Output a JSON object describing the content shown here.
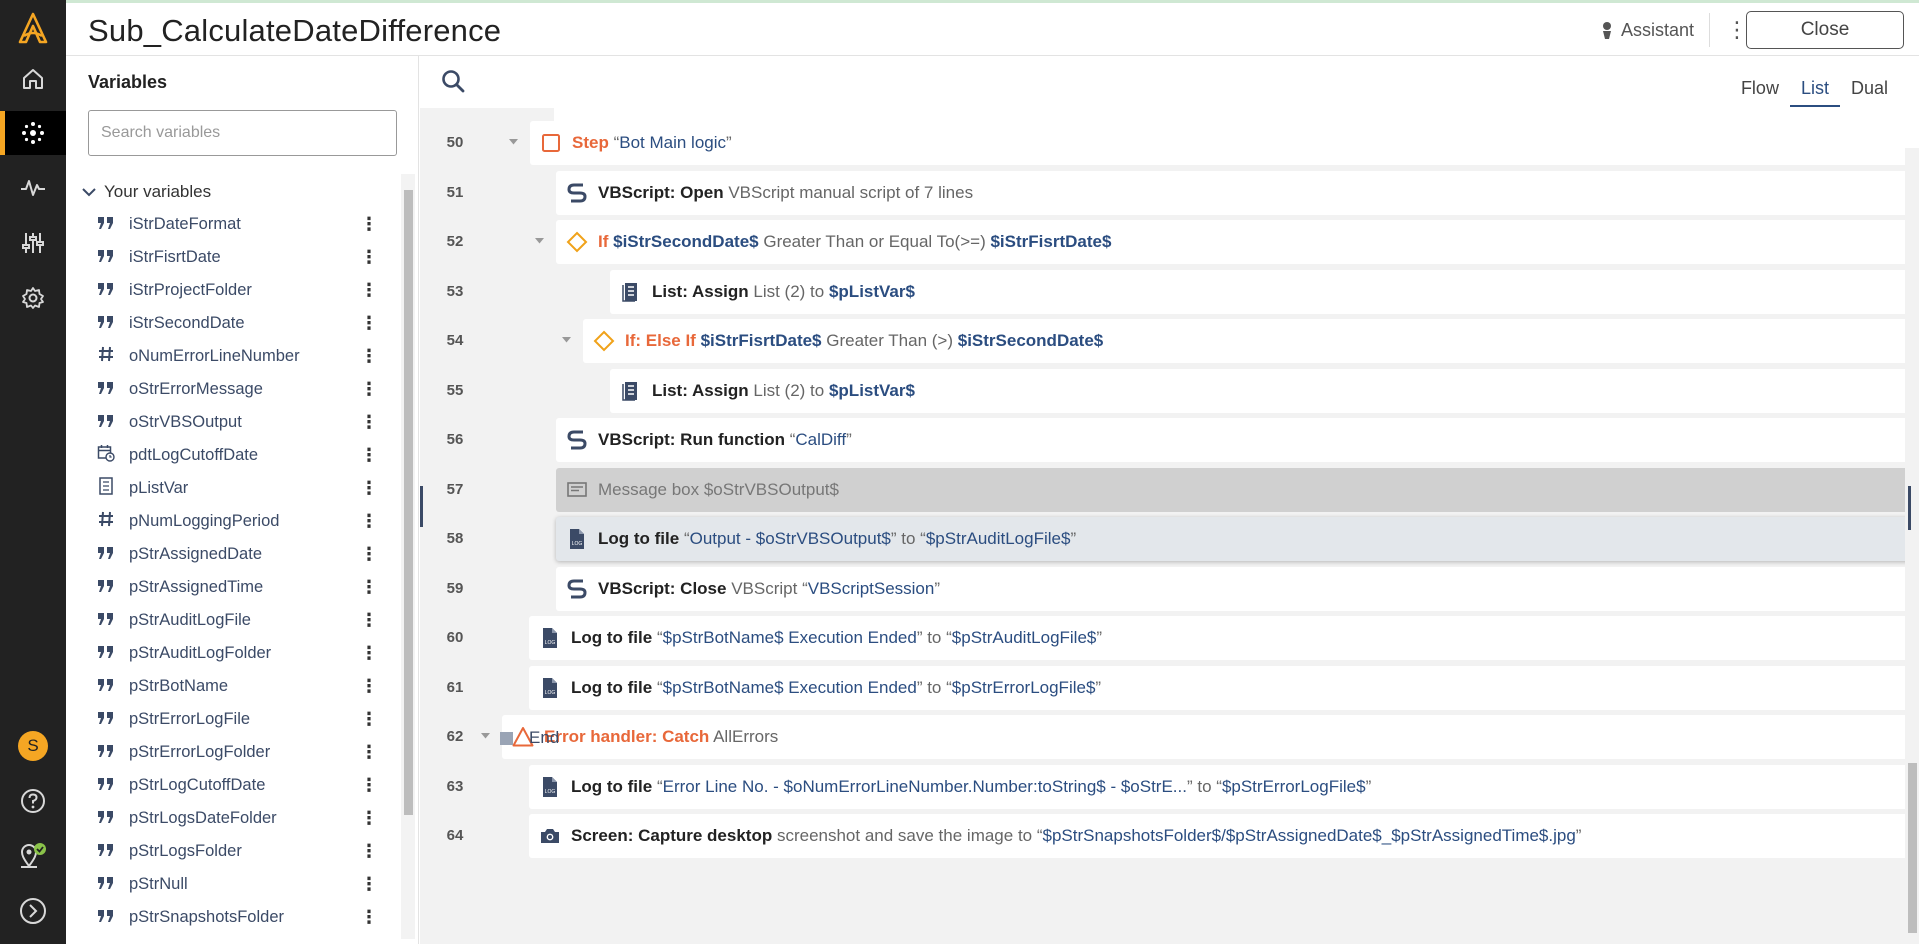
{
  "header": {
    "title": "Sub_CalculateDateDifference",
    "assistant_label": "Assistant",
    "close_label": "Close"
  },
  "variables": {
    "title": "Variables",
    "search_placeholder": "Search variables",
    "group_label": "Your variables",
    "items": [
      {
        "name": "iStrDateFormat",
        "type": "string"
      },
      {
        "name": "iStrFisrtDate",
        "type": "string"
      },
      {
        "name": "iStrProjectFolder",
        "type": "string"
      },
      {
        "name": "iStrSecondDate",
        "type": "string"
      },
      {
        "name": "oNumErrorLineNumber",
        "type": "number"
      },
      {
        "name": "oStrErrorMessage",
        "type": "string"
      },
      {
        "name": "oStrVBSOutput",
        "type": "string"
      },
      {
        "name": "pdtLogCutoffDate",
        "type": "datetime"
      },
      {
        "name": "pListVar",
        "type": "list"
      },
      {
        "name": "pNumLoggingPeriod",
        "type": "number"
      },
      {
        "name": "pStrAssignedDate",
        "type": "string"
      },
      {
        "name": "pStrAssignedTime",
        "type": "string"
      },
      {
        "name": "pStrAuditLogFile",
        "type": "string"
      },
      {
        "name": "pStrAuditLogFolder",
        "type": "string"
      },
      {
        "name": "pStrBotName",
        "type": "string"
      },
      {
        "name": "pStrErrorLogFile",
        "type": "string"
      },
      {
        "name": "pStrErrorLogFolder",
        "type": "string"
      },
      {
        "name": "pStrLogCutoffDate",
        "type": "string"
      },
      {
        "name": "pStrLogsDateFolder",
        "type": "string"
      },
      {
        "name": "pStrLogsFolder",
        "type": "string"
      },
      {
        "name": "pStrNull",
        "type": "string"
      },
      {
        "name": "pStrSnapshotsFolder",
        "type": "string"
      }
    ]
  },
  "view_tabs": [
    "Flow",
    "List",
    "Dual"
  ],
  "active_view": "List",
  "rail": {
    "user_initial": "S"
  },
  "flow": {
    "rows": [
      {
        "line": "50",
        "parts": [
          [
            "Step",
            "kw kw-orange"
          ],
          [
            " “",
            "q"
          ],
          [
            "Bot Main logic",
            "val"
          ],
          [
            "”",
            "q"
          ]
        ]
      },
      {
        "line": "51",
        "parts": [
          [
            "VBScript: Open",
            "kw"
          ],
          [
            " VBScript manual script of 7 lines",
            "mute"
          ]
        ]
      },
      {
        "line": "52",
        "parts": [
          [
            "If",
            "kw kw-orange"
          ],
          [
            " $iStrSecondDate$",
            "val kw"
          ],
          [
            " Greater Than or Equal To(>=) ",
            "mute"
          ],
          [
            "$iStrFisrtDate$",
            "val kw"
          ]
        ]
      },
      {
        "line": "53",
        "parts": [
          [
            "List: Assign",
            "kw"
          ],
          [
            " List (2) to ",
            "mute"
          ],
          [
            "$pListVar$",
            "val kw"
          ]
        ]
      },
      {
        "line": "54",
        "parts": [
          [
            "If: Else If",
            "kw kw-orange"
          ],
          [
            " $iStrFisrtDate$",
            "val kw"
          ],
          [
            " Greater Than (>) ",
            "mute"
          ],
          [
            "$iStrSecondDate$",
            "val kw"
          ]
        ]
      },
      {
        "line": "55",
        "parts": [
          [
            "List: Assign",
            "kw"
          ],
          [
            " List (2) to ",
            "mute"
          ],
          [
            "$pListVar$",
            "val kw"
          ]
        ]
      },
      {
        "line": "56",
        "parts": [
          [
            "VBScript: Run function",
            "kw"
          ],
          [
            " “",
            "q"
          ],
          [
            "CalDiff",
            "val"
          ],
          [
            "”",
            "q"
          ]
        ]
      },
      {
        "line": "57",
        "parts": [
          [
            "Message box $oStrVBSOutput$",
            "kw"
          ]
        ]
      },
      {
        "line": "58",
        "parts": [
          [
            "Log to file",
            "kw"
          ],
          [
            " “",
            "q"
          ],
          [
            "Output - $oStrVBSOutput$",
            "val"
          ],
          [
            "” to “",
            "q"
          ],
          [
            "$pStrAuditLogFile$",
            "val"
          ],
          [
            "”",
            "q"
          ]
        ]
      },
      {
        "line": "59",
        "parts": [
          [
            "VBScript: Close",
            "kw"
          ],
          [
            " VBScript “",
            "mute"
          ],
          [
            "VBScriptSession",
            "val"
          ],
          [
            "”",
            "q"
          ]
        ]
      },
      {
        "line": "60",
        "parts": [
          [
            "Log to file",
            "kw"
          ],
          [
            " “",
            "q"
          ],
          [
            "$pStrBotName$ Execution Ended",
            "val"
          ],
          [
            "” to “",
            "q"
          ],
          [
            "$pStrAuditLogFile$",
            "val"
          ],
          [
            "”",
            "q"
          ]
        ]
      },
      {
        "line": "61",
        "parts": [
          [
            "Log to file",
            "kw"
          ],
          [
            " “",
            "q"
          ],
          [
            "$pStrBotName$ Execution Ended",
            "val"
          ],
          [
            "” to “",
            "q"
          ],
          [
            "$pStrErrorLogFile$",
            "val"
          ],
          [
            "”",
            "q"
          ]
        ]
      },
      {
        "line": "62",
        "parts": [
          [
            "Error handler: Catch",
            "kw kw-orange"
          ],
          [
            " AllErrors",
            "mute"
          ]
        ]
      },
      {
        "line": "63",
        "parts": [
          [
            "Log to file",
            "kw"
          ],
          [
            " “",
            "q"
          ],
          [
            "Error Line No. - $oNumErrorLineNumber.Number:toString$ - $oStrE...",
            "val"
          ],
          [
            "” to “",
            "q"
          ],
          [
            "$pStrErrorLogFile$",
            "val"
          ],
          [
            "”",
            "q"
          ]
        ]
      },
      {
        "line": "64",
        "parts": [
          [
            "Screen: Capture desktop",
            "kw"
          ],
          [
            " screenshot and save the image to “",
            "mute"
          ],
          [
            "$pStrSnapshotsFolder$/$pStrAssignedDate$_$pStrAssignedTime$.jpg",
            "val"
          ],
          [
            "”",
            "q"
          ]
        ]
      }
    ],
    "end_label": "End"
  },
  "colors": {
    "accent": "#f5a623",
    "keyword_orange": "#e8683a",
    "value_blue": "#2b4d80",
    "rail_bg": "#222222"
  }
}
